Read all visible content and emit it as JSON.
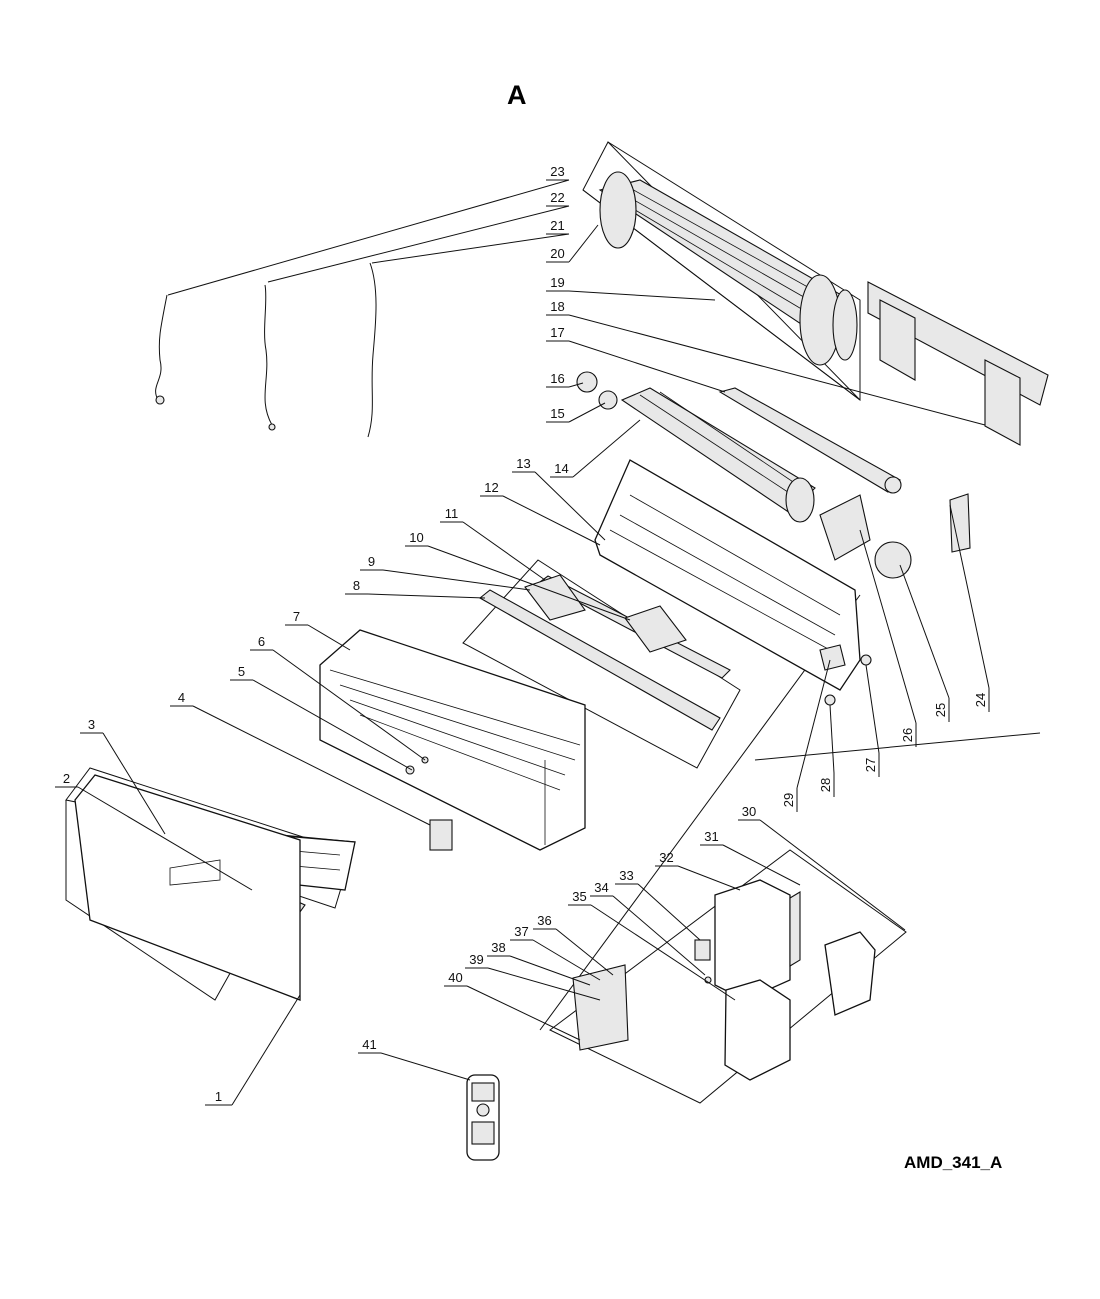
{
  "diagram_title": "A",
  "drawing_code": "AMD_341_A",
  "callouts": [
    "1",
    "2",
    "3",
    "4",
    "5",
    "6",
    "7",
    "8",
    "9",
    "10",
    "11",
    "12",
    "13",
    "14",
    "15",
    "16",
    "17",
    "18",
    "19",
    "20",
    "21",
    "22",
    "23",
    "24",
    "25",
    "26",
    "27",
    "28",
    "29",
    "30",
    "31",
    "32",
    "33",
    "34",
    "35",
    "36",
    "37",
    "38",
    "39",
    "40",
    "41"
  ]
}
